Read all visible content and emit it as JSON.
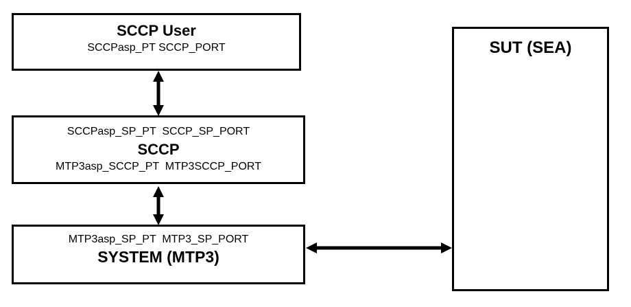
{
  "diagram": {
    "boxes": {
      "sccp_user": {
        "title": "SCCP User",
        "ports": "SCCPasp_PT SCCP_PORT"
      },
      "sccp": {
        "upper_ports": "SCCPasp_SP_PT  SCCP_SP_PORT",
        "title": "SCCP",
        "lower_ports": "MTP3asp_SCCP_PT  MTP3SCCP_PORT"
      },
      "system_mtp3": {
        "ports": "MTP3asp_SP_PT  MTP3_SP_PORT",
        "title": "SYSTEM (MTP3)"
      },
      "sut": {
        "title": "SUT (SEA)"
      }
    },
    "connections": [
      "SCCP User <-> SCCP",
      "SCCP <-> SYSTEM (MTP3)",
      "SYSTEM (MTP3) <-> SUT (SEA)"
    ],
    "colors": {
      "line": "#000000",
      "background": "#ffffff",
      "text": "#000000"
    }
  }
}
